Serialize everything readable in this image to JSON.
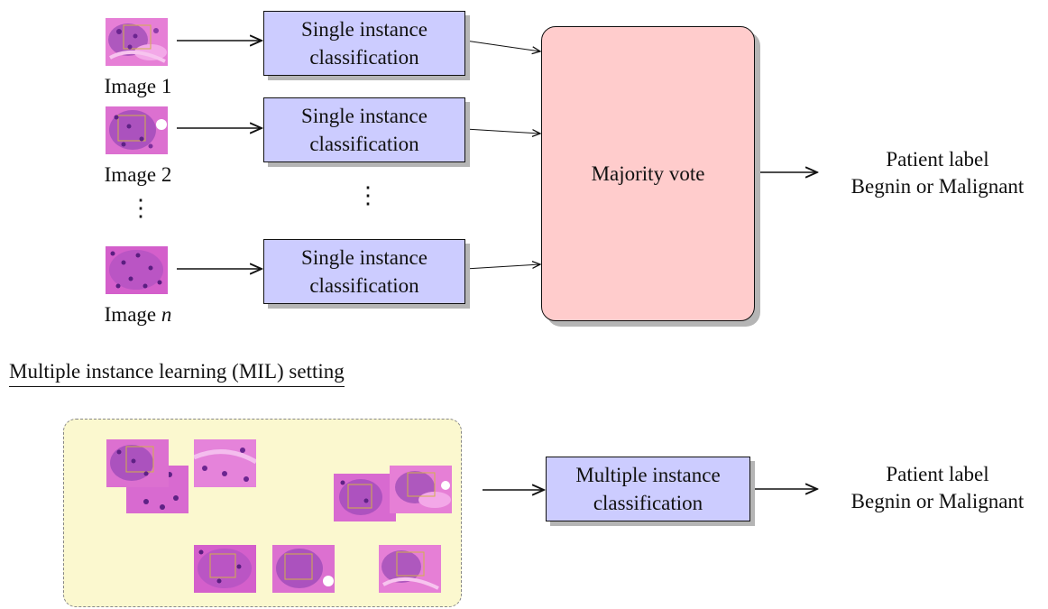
{
  "top": {
    "images": [
      {
        "label_prefix": "Image",
        "label_index": "1"
      },
      {
        "label_prefix": "Image",
        "label_index": "2"
      },
      {
        "label_prefix": "Image",
        "label_index": "n"
      }
    ],
    "classifier_lines": [
      "Single instance",
      "classification"
    ],
    "aggregator": "Majority vote",
    "output_line1": "Patient label",
    "output_line2": "Begnin or Malignant",
    "ellipsis": "⋮"
  },
  "mil": {
    "section_title": "Multiple instance learning (MIL) setting",
    "classifier_line1": "Multiple instance",
    "classifier_line2": "classification",
    "output_line1": "Patient label",
    "output_line2": "Begnin or Malignant"
  },
  "colors": {
    "classifier_fill": "#ccccff",
    "aggregator_fill": "#ffcccc",
    "bag_fill": "#fbf8cf",
    "tissue_pink": "#e56fd0",
    "tissue_purple": "#8a3aa8"
  },
  "icons": [
    "histology-patch-image",
    "arrow-right-icon",
    "vertical-ellipsis-icon"
  ]
}
